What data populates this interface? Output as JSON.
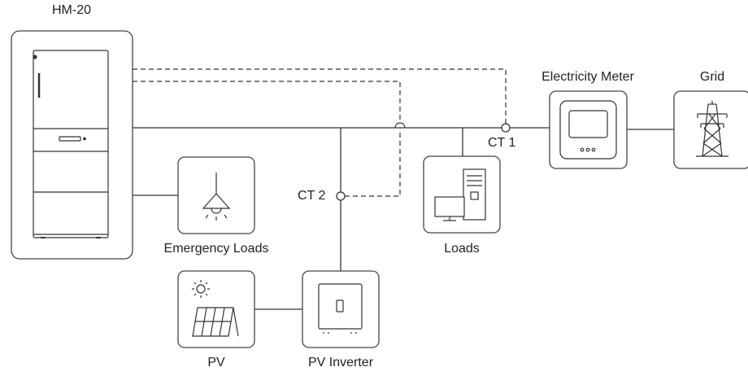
{
  "labels": {
    "hm20": "HM-20",
    "electricity_meter": "Electricity Meter",
    "grid": "Grid",
    "ct1": "CT 1",
    "ct2": "CT 2",
    "emergency_loads": "Emergency Loads",
    "loads": "Loads",
    "pv": "PV",
    "pv_inverter": "PV Inverter"
  },
  "colors": {
    "line": "#333333",
    "box_border": "#444444",
    "background": "#ffffff"
  },
  "icons": {
    "hm20": "battery-cabinet-icon",
    "emergency_loads": "ceiling-lamp-icon",
    "loads": "desktop-computer-icon",
    "pv": "solar-panel-icon",
    "pv_inverter": "inverter-icon",
    "electricity_meter": "meter-icon",
    "grid": "transmission-tower-icon"
  }
}
